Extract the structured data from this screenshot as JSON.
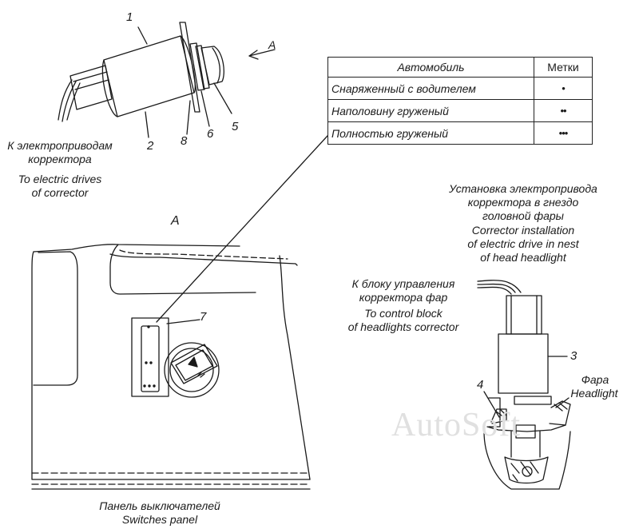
{
  "table": {
    "header": {
      "vehicle": "Автомобиль",
      "marks": "Метки"
    },
    "rows": [
      {
        "label": "Снаряженный с водителем",
        "mark": "•"
      },
      {
        "label": "Наполовину груженый",
        "mark": "••"
      },
      {
        "label": "Полностью груженый",
        "mark": "•••"
      }
    ]
  },
  "top_view": {
    "arrow_label": "A",
    "caption_ru": [
      "К электроприводам",
      "корректора"
    ],
    "caption_en": [
      "To electric drives",
      "of corrector"
    ]
  },
  "view_a": {
    "title": "A",
    "caption_ru": "Панель выключателей",
    "caption_en": "Switches panel"
  },
  "install": {
    "title_ru": [
      "Установка электропривода",
      "корректора в гнездо",
      "головной фары"
    ],
    "title_en": [
      "Corrector installation",
      "of electric drive in nest",
      "of head headlight"
    ],
    "control_ru": [
      "К блоку управления",
      "корректора фар"
    ],
    "control_en": [
      "To control block",
      "of headlights corrector"
    ],
    "headlight_ru": "Фара",
    "headlight_en": "Headlight"
  },
  "callouts": {
    "n1": "1",
    "n2": "2",
    "n3": "3",
    "n4": "4",
    "n5": "5",
    "n6": "6",
    "n7": "7",
    "n8": "8"
  },
  "watermark": "AutoSoft"
}
